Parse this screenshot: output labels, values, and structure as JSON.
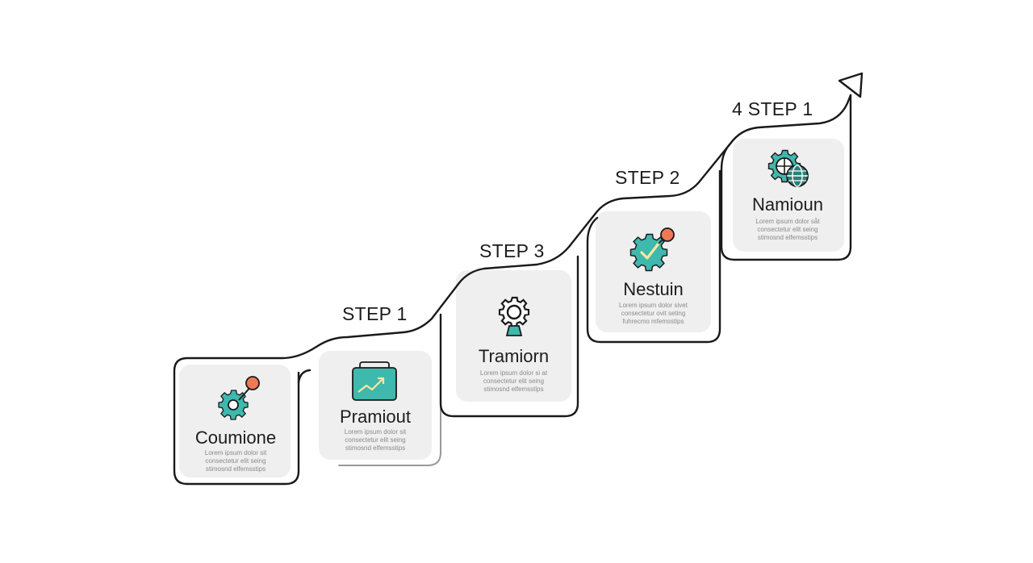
{
  "steps": [
    {
      "label": "STEP 1"
    },
    {
      "label": "STEP 3"
    },
    {
      "label": "STEP 2"
    },
    {
      "label": "4 STEP 1"
    }
  ],
  "cards": [
    {
      "title": "Coumione",
      "body": [
        "Lorem ipsum dolor sit",
        "consectetur elit seing",
        "stimosnd elfemsstips"
      ]
    },
    {
      "title": "Pramiout",
      "body": [
        "Lorem ipsum dolor sit",
        "consectetur elit seing",
        "stimosnd elfemsstips"
      ]
    },
    {
      "title": "Tramiorn",
      "body": [
        "Lorem ipsum dolor si at",
        "consectetur elit seing",
        "stimosnd elfemsstips"
      ]
    },
    {
      "title": "Nestuin",
      "body": [
        "Lorem ipsum dolor sivet",
        "consectetur ovit seting",
        "fuhrecmo mfemsstips"
      ]
    },
    {
      "title": "Namioun",
      "body": [
        "Lorem ipsum dolor såt",
        "consectetur elit seing",
        "stimosnd elfemsstips"
      ]
    }
  ],
  "colors": {
    "teal": "#3fb8ad",
    "teal_dark": "#2b7f79",
    "orange": "#ee7a55",
    "outline": "#1a1a1a",
    "card_fill": "#efefef"
  },
  "icons": [
    "gear-connector-icon",
    "briefcase-chart-icon",
    "gear-award-icon",
    "gear-check-icon",
    "gear-globe-icon"
  ]
}
